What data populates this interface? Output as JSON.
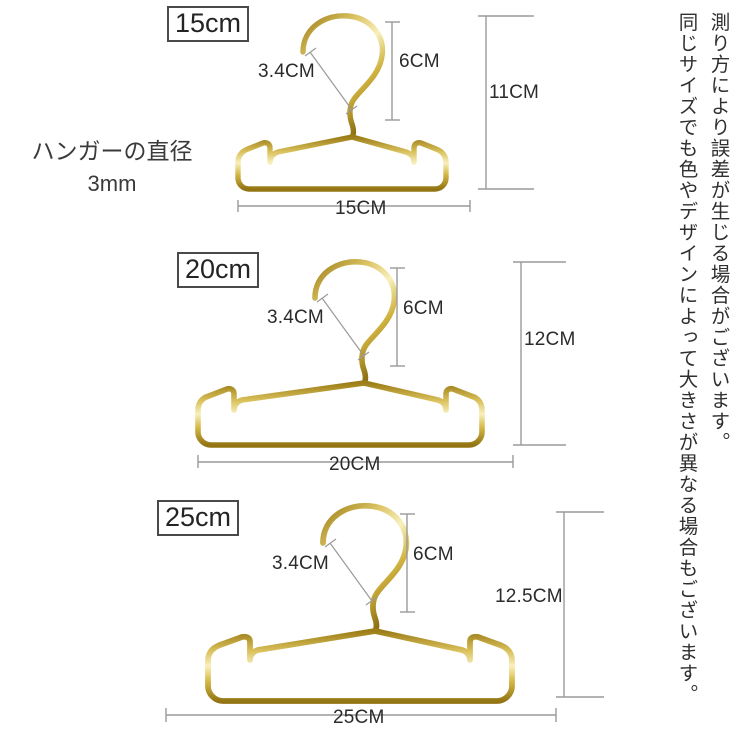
{
  "meta": {
    "background_color": "#ffffff",
    "wire_gold_dark": "#a8881f",
    "wire_gold_mid": "#d4b94a",
    "wire_gold_light": "#f7efb8",
    "dimension_line_color": "#9a9a9a",
    "text_color": "#2b2b2b"
  },
  "diameter_note": {
    "line1": "ハンガーの直径",
    "line2": "3mm"
  },
  "hangers": [
    {
      "badge": "15cm",
      "width_label": "15CM",
      "height_label": "11CM",
      "hook_height_label": "6CM",
      "hook_width_label": "3.4CM"
    },
    {
      "badge": "20cm",
      "width_label": "20CM",
      "height_label": "12CM",
      "hook_height_label": "6CM",
      "hook_width_label": "3.4CM"
    },
    {
      "badge": "25cm",
      "width_label": "25CM",
      "height_label": "12.5CM",
      "hook_height_label": "6CM",
      "hook_width_label": "3.4CM"
    }
  ],
  "notes": {
    "column_right": "測り方により誤差が生じる場合がございます。",
    "column_left": "同じサイズでも色やデザインによって大きさが異なる場合もございます。"
  }
}
